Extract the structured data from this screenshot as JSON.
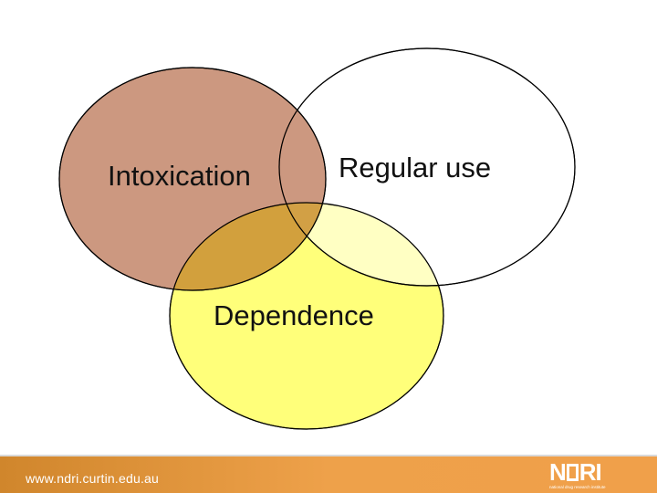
{
  "diagram": {
    "circles": [
      {
        "id": "intoxication",
        "label": "Intoxication",
        "fill": "#c0785a"
      },
      {
        "id": "regular-use",
        "label": "Regular use",
        "fill": "#ffffff"
      },
      {
        "id": "dependence",
        "label": "Dependence",
        "fill": "#ffff66"
      }
    ]
  },
  "footer": {
    "url": "www.ndri.curtin.edu.au",
    "logo_left": "N",
    "logo_right": "RI",
    "logo_tagline": "national drug research institute",
    "color": "#e8962f"
  }
}
